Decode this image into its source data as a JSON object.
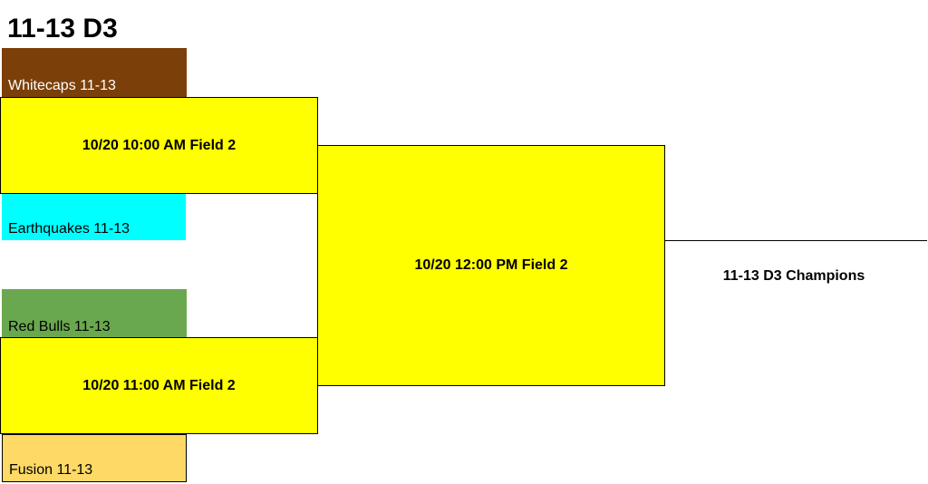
{
  "bracket": {
    "title": "11-13 D3",
    "teams": [
      {
        "name": "Whitecaps 11-13",
        "color": "#7b3f0a",
        "text_color": "#ffffff"
      },
      {
        "name": "Earthquakes 11-13",
        "color": "#00ffff",
        "text_color": "#000000"
      },
      {
        "name": "Red Bulls 11-13",
        "color": "#6aa84f",
        "text_color": "#000000"
      },
      {
        "name": "Fusion 11-13",
        "color": "#ffd966",
        "text_color": "#000000"
      }
    ],
    "games": [
      {
        "label": "10/20 10:00 AM Field 2"
      },
      {
        "label": "10/20 11:00 AM Field 2"
      },
      {
        "label": "10/20 12:00 PM Field 2"
      }
    ],
    "champion_label": "11-13 D3 Champions",
    "game_color": "#ffff00"
  }
}
